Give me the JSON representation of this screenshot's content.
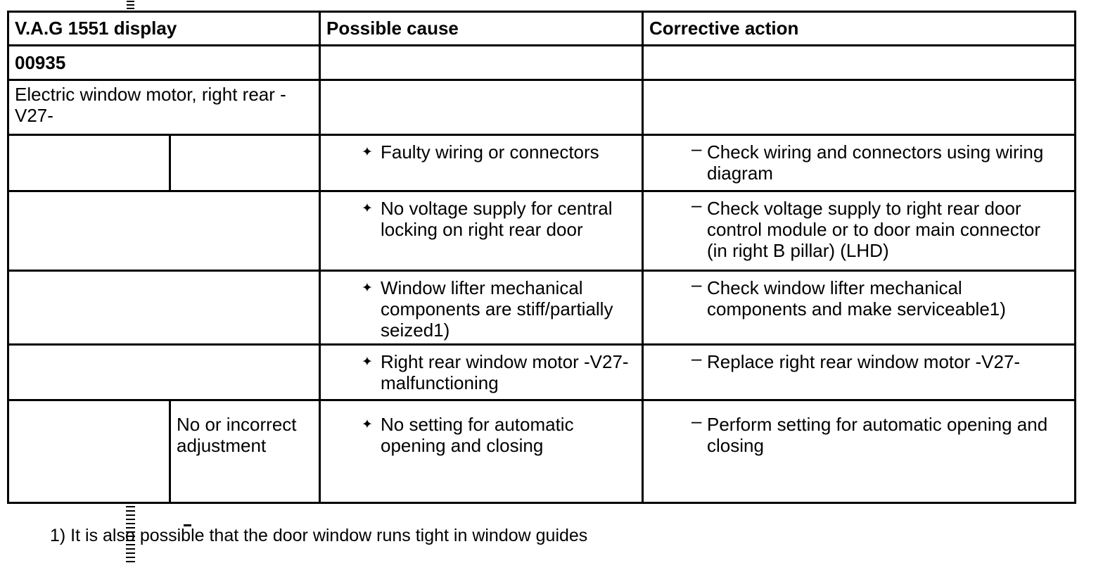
{
  "table": {
    "headers": [
      "V.A.G 1551 display",
      "Possible cause",
      "Corrective action"
    ],
    "fault_code": "00935",
    "fault_description": "Electric window motor, right rear -\nV27-",
    "bullet_glyph": "✦",
    "dash_glyph": "–",
    "rows": [
      {
        "display": "",
        "sub_note": "",
        "cause": "Faulty wiring or connectors",
        "action": "Check wiring and connectors using wiring\ndiagram"
      },
      {
        "display": "",
        "sub_note": "",
        "cause": "No voltage supply for central\nlocking on right rear door",
        "action": "Check voltage supply to right rear door\ncontrol module or to door main connector\n(in right B pillar) (LHD)"
      },
      {
        "display": "",
        "sub_note": "",
        "cause": "Window lifter mechanical\ncomponents are stiff/partially\nseized1)",
        "action": "Check window lifter mechanical\ncomponents and make serviceable1)"
      },
      {
        "display": "",
        "sub_note": "",
        "cause": "Right rear window motor -V27-\nmalfunctioning",
        "action": "Replace right rear window motor -V27-"
      },
      {
        "display": "",
        "sub_note": "No or incorrect\nadjustment",
        "cause": "No setting for automatic\nopening and closing",
        "action": "Perform setting for automatic opening and\nclosing"
      }
    ]
  },
  "footnote": "1) It is also possible that the door window runs tight in window guides"
}
